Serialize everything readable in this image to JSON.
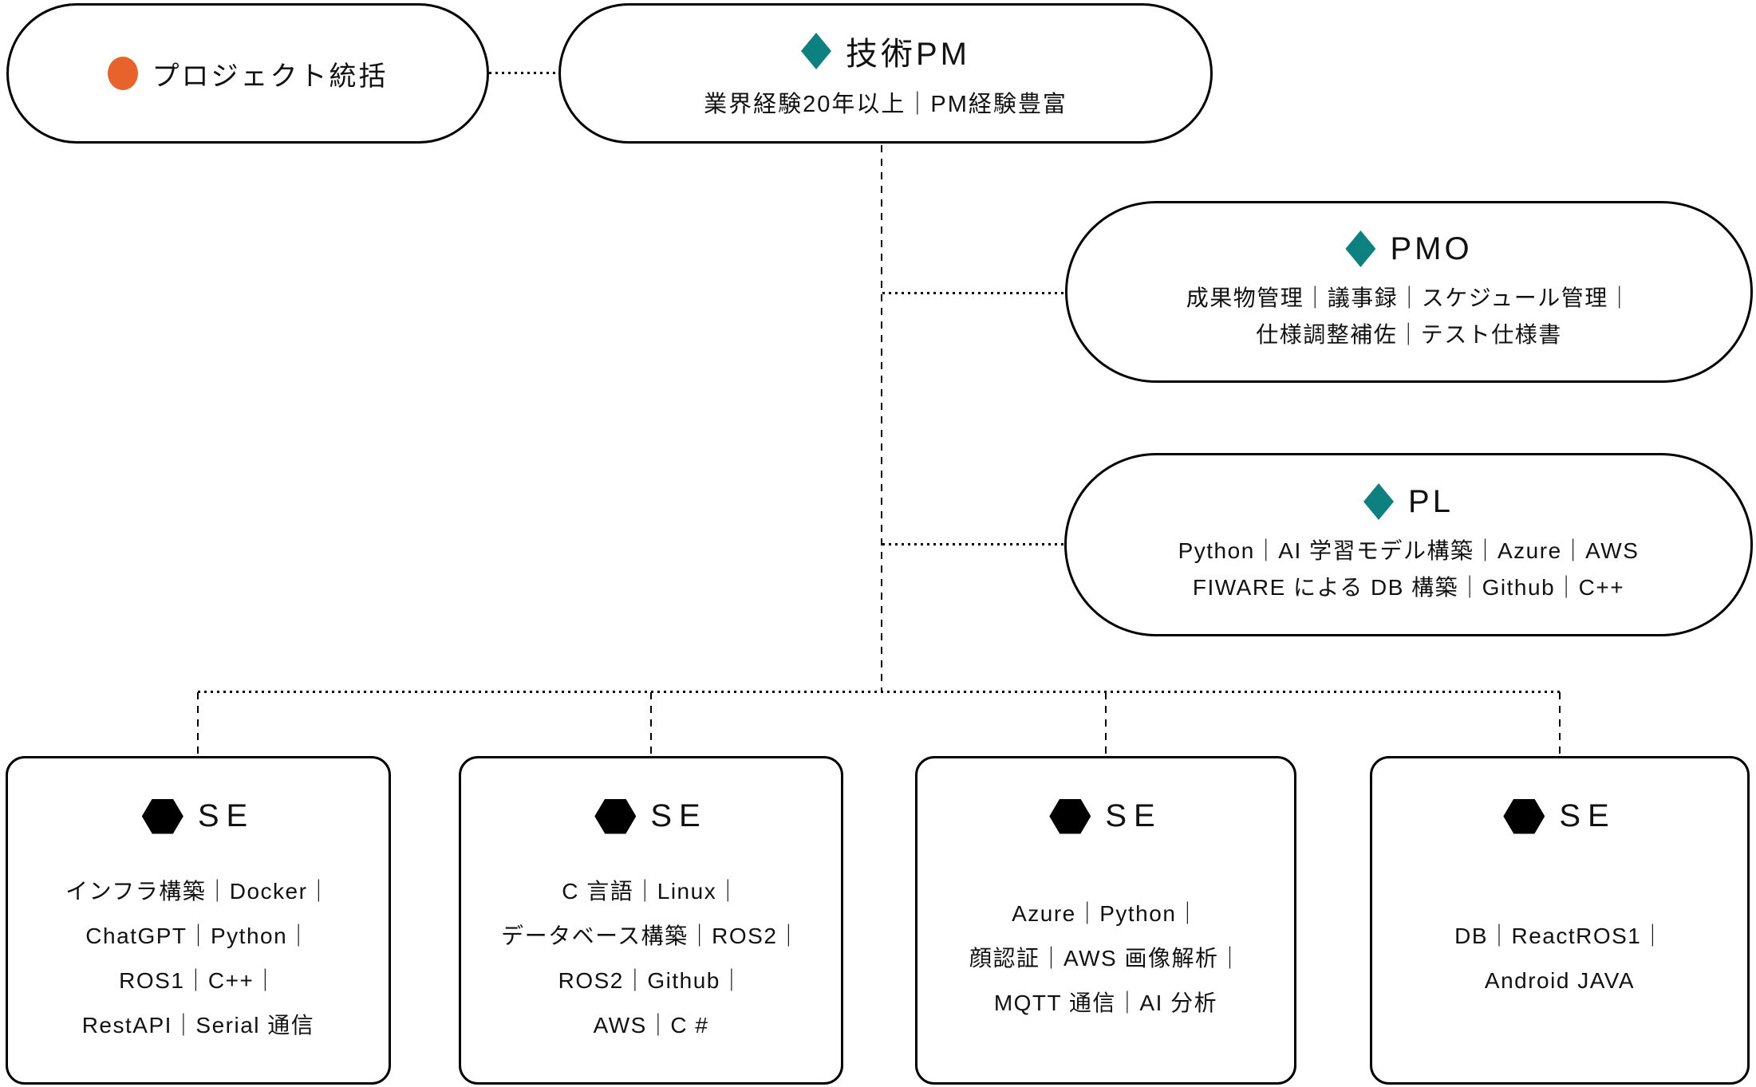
{
  "colors": {
    "accent_orange": "#E8622B",
    "accent_teal": "#0D8080",
    "line": "#000000",
    "background": "#FFFFFF"
  },
  "nodes": {
    "project": {
      "icon": "circle-icon",
      "label": "プロジェクト統括"
    },
    "pm": {
      "icon": "diamond-icon",
      "title": "技術PM",
      "subtitle": "業界経験20年以上｜PM経験豊富"
    },
    "pmo": {
      "icon": "diamond-icon",
      "title": "PMO",
      "lines": [
        "成果物管理｜議事録｜スケジュール管理｜",
        "仕様調整補佐｜テスト仕様書"
      ]
    },
    "pl": {
      "icon": "diamond-icon",
      "title": "PL",
      "lines": [
        "Python｜AI 学習モデル構築｜Azure｜AWS",
        "FIWARE による DB 構築｜Github｜C++"
      ]
    },
    "se": [
      {
        "icon": "hexagon-icon",
        "title": "SE",
        "lines": [
          "インフラ構築｜Docker｜",
          "ChatGPT｜Python｜",
          "ROS1｜C++｜",
          "RestAPI｜Serial 通信"
        ]
      },
      {
        "icon": "hexagon-icon",
        "title": "SE",
        "lines": [
          "C 言語｜Linux｜",
          "データベース構築｜ROS2｜",
          "ROS2｜Github｜",
          "AWS｜C #"
        ]
      },
      {
        "icon": "hexagon-icon",
        "title": "SE",
        "lines": [
          "Azure｜Python｜",
          "顔認証｜AWS 画像解析｜",
          "MQTT 通信｜AI 分析"
        ]
      },
      {
        "icon": "hexagon-icon",
        "title": "SE",
        "lines": [
          "DB｜ReactROS1｜",
          "Android JAVA"
        ]
      }
    ]
  }
}
